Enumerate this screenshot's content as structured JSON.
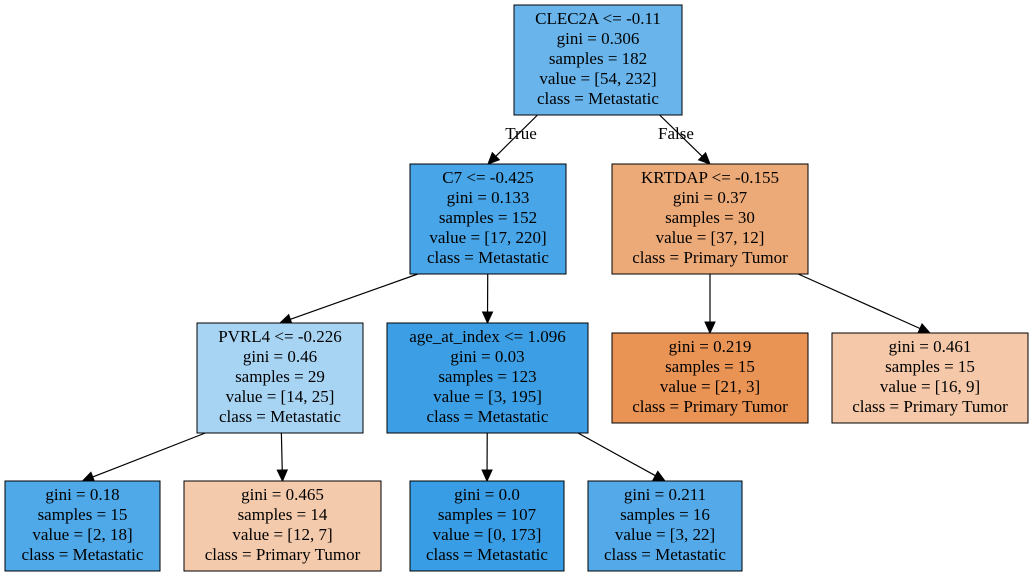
{
  "tree": {
    "nodes": [
      {
        "id": "n0",
        "lines": [
          "CLEC2A <= -0.11",
          "gini = 0.306",
          "samples = 182",
          "value = [54, 232]",
          "class = Metastatic"
        ],
        "fill": "#68b4eb"
      },
      {
        "id": "n1",
        "lines": [
          "C7 <= -0.425",
          "gini = 0.133",
          "samples = 152",
          "value = [17, 220]",
          "class = Metastatic"
        ],
        "fill": "#48a5e7"
      },
      {
        "id": "n2",
        "lines": [
          "KRTDAP <= -0.155",
          "gini = 0.37",
          "samples = 30",
          "value = [37, 12]",
          "class = Primary Tumor"
        ],
        "fill": "#edaa79"
      },
      {
        "id": "n3",
        "lines": [
          "PVRL4 <= -0.226",
          "gini = 0.46",
          "samples = 29",
          "value = [14, 25]",
          "class = Metastatic"
        ],
        "fill": "#a8d4f4"
      },
      {
        "id": "n4",
        "lines": [
          "age_at_index <= 1.096",
          "gini = 0.03",
          "samples = 123",
          "value = [3, 195]",
          "class = Metastatic"
        ],
        "fill": "#3c9fe5"
      },
      {
        "id": "n5",
        "lines": [
          "gini = 0.219",
          "samples = 15",
          "value = [21, 3]",
          "class = Primary Tumor"
        ],
        "fill": "#e99355"
      },
      {
        "id": "n6",
        "lines": [
          "gini = 0.461",
          "samples = 15",
          "value = [16, 9]",
          "class = Primary Tumor"
        ],
        "fill": "#f4c8a8"
      },
      {
        "id": "n7",
        "lines": [
          "gini = 0.18",
          "samples = 15",
          "value = [2, 18]",
          "class = Metastatic"
        ],
        "fill": "#4fa8e8"
      },
      {
        "id": "n8",
        "lines": [
          "gini = 0.465",
          "samples = 14",
          "value = [12, 7]",
          "class = Primary Tumor"
        ],
        "fill": "#f4caac"
      },
      {
        "id": "n9",
        "lines": [
          "gini = 0.0",
          "samples = 107",
          "value = [0, 173]",
          "class = Metastatic"
        ],
        "fill": "#399de5"
      },
      {
        "id": "n10",
        "lines": [
          "gini = 0.211",
          "samples = 16",
          "value = [3, 22]",
          "class = Metastatic"
        ],
        "fill": "#54aae9"
      }
    ],
    "edges": [
      {
        "from": "n0",
        "to": "n1",
        "label": "True"
      },
      {
        "from": "n0",
        "to": "n2",
        "label": "False"
      },
      {
        "from": "n1",
        "to": "n3",
        "label": ""
      },
      {
        "from": "n1",
        "to": "n4",
        "label": ""
      },
      {
        "from": "n2",
        "to": "n5",
        "label": ""
      },
      {
        "from": "n2",
        "to": "n6",
        "label": ""
      },
      {
        "from": "n3",
        "to": "n7",
        "label": ""
      },
      {
        "from": "n3",
        "to": "n8",
        "label": ""
      },
      {
        "from": "n4",
        "to": "n9",
        "label": ""
      },
      {
        "from": "n4",
        "to": "n10",
        "label": ""
      }
    ]
  }
}
